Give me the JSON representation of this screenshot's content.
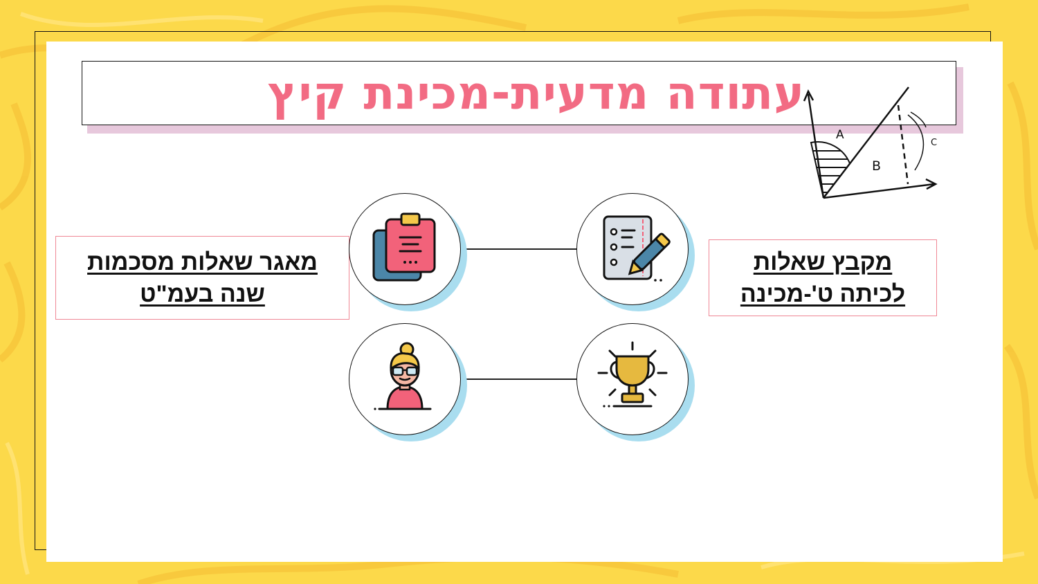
{
  "slide": {
    "title": "עתודה מדעית-מכינת קיץ",
    "left_link": {
      "line1": "מאגר שאלות מסכמות",
      "line2": "שנה בעמ\"ט"
    },
    "right_link": {
      "line1": "מקבץ שאלות",
      "line2": "לכיתה ט'-מכינה"
    },
    "geometry_labels": {
      "a": "A",
      "b": "B",
      "c": "C"
    },
    "icons": [
      "clipboard-notes-icon",
      "document-pen-icon",
      "student-avatar-icon",
      "trophy-icon"
    ]
  },
  "colors": {
    "background": "#fcd94a",
    "title": "#f26b83",
    "title_shadow": "#e7c8dc",
    "label_border": "#ef8794",
    "circle_shadow": "#a9ddef"
  }
}
